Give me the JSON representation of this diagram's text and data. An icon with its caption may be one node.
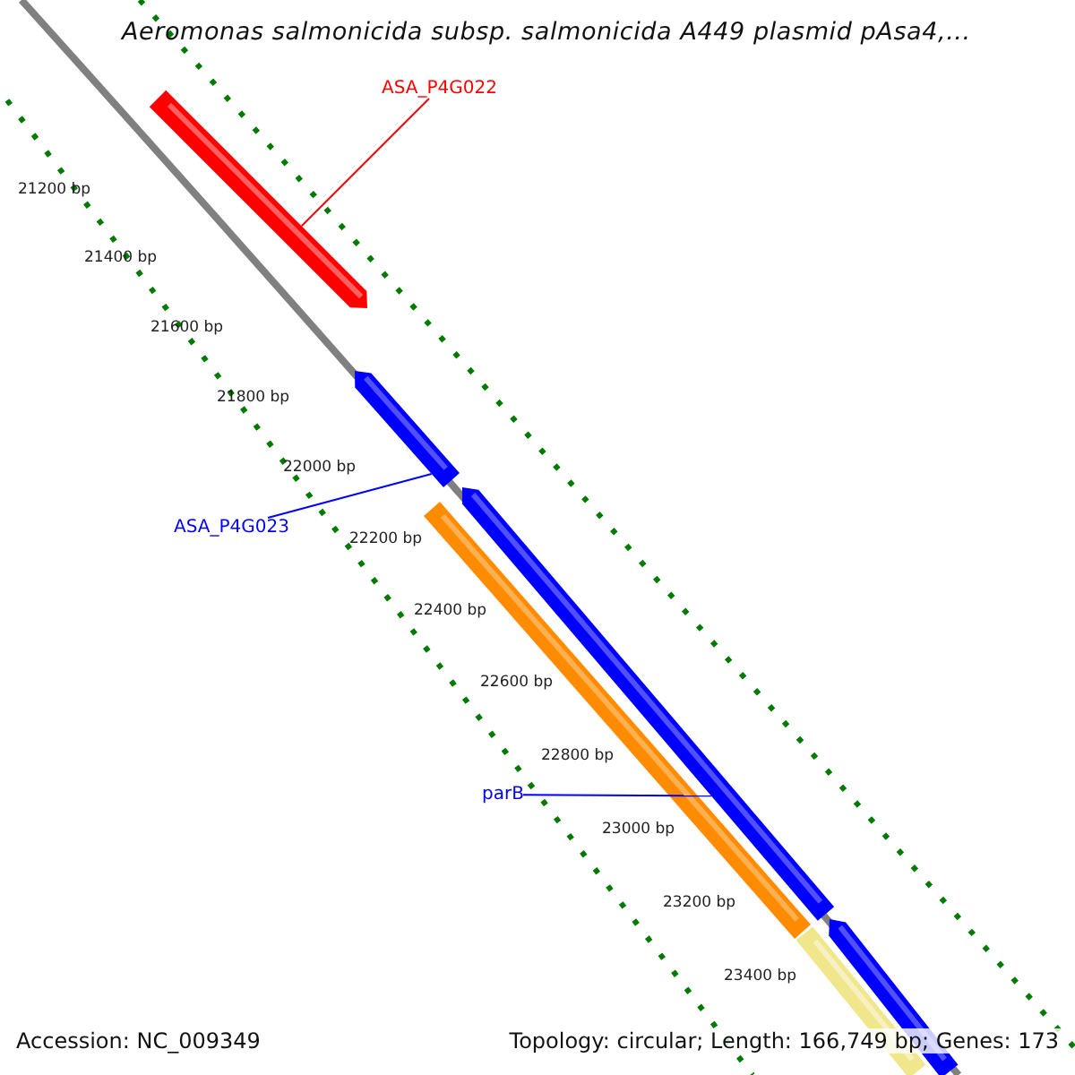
{
  "diagram": {
    "title": "Aeromonas salmonicida subsp. salmonicida A449 plasmid pAsa4,...",
    "nodes": [
      {
        "text": [
          "ASA_P4G022"
        ]
      },
      {
        "text": [],
        "shape": "bar"
      },
      {
        "text": [],
        "shape": "bar"
      },
      {
        "text": [
          "ASA_P4G023"
        ]
      },
      {
        "text": [],
        "shape": "bar"
      },
      {
        "text": [],
        "shape": "bar"
      },
      {
        "text": [
          "parB"
        ]
      },
      {
        "text": [],
        "shape": "bar"
      },
      {
        "text": [],
        "shape": "bar"
      }
    ],
    "edges": [
      {
        "from": 0,
        "to": 1,
        "arrow": "none",
        "color": "#ff0000"
      },
      {
        "from": 3,
        "to": 2,
        "arrow": "none"
      },
      {
        "from": 6,
        "to": 4,
        "arrow": "none"
      }
    ],
    "labels": [
      "21200 bp",
      "21400 bp",
      "21600 bp",
      "21800 bp",
      "22000 bp",
      "22200 bp",
      "22400 bp",
      "22600 bp",
      "22800 bp",
      "23000 bp",
      "23200 bp",
      "23400 bp",
      "Accession: NC_009349",
      "Topology: circular; Length: 166,749 bp; Genes: 173"
    ]
  }
}
